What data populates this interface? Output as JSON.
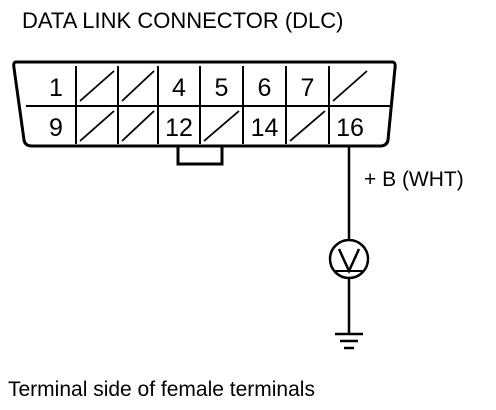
{
  "title": "DATA LINK CONNECTOR (DLC)",
  "caption": "Terminal side of female terminals",
  "connector": {
    "top_row": [
      "1",
      "",
      "",
      "4",
      "5",
      "6",
      "7",
      ""
    ],
    "bottom_row": [
      "9",
      "",
      "",
      "12",
      "",
      "14",
      "",
      "16"
    ]
  },
  "wire_label": "+ B (WHT)",
  "meter_symbol": "V",
  "ground_icon": "ground-icon",
  "colors": {
    "ink": "#000000",
    "background": "#ffffff"
  }
}
